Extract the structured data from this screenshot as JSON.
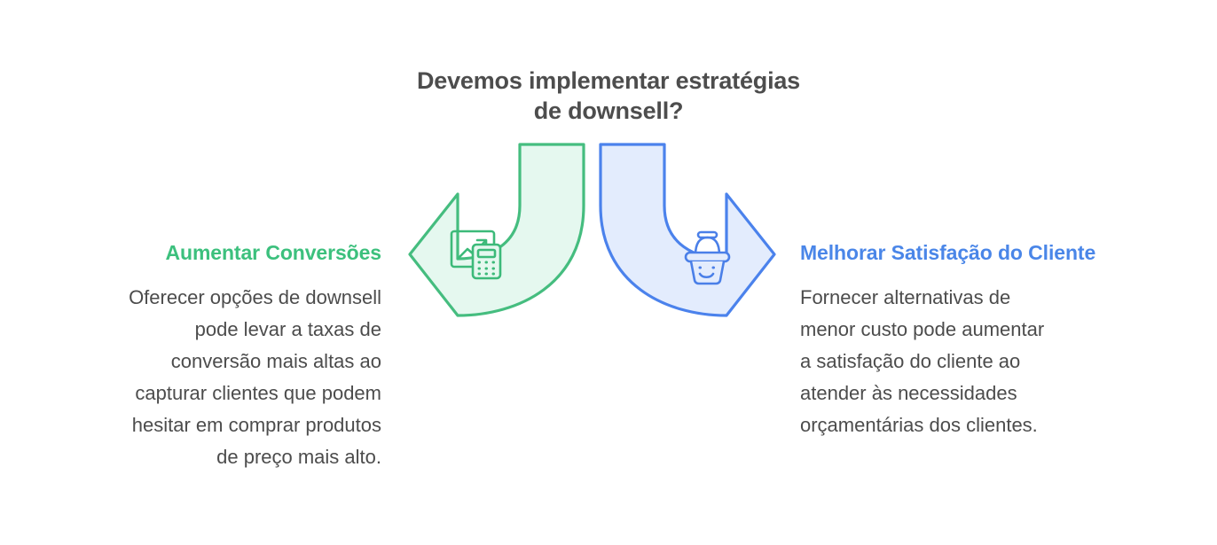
{
  "title": "Devemos implementar estratégias\nde downsell?",
  "colors": {
    "title_text": "#4d4d4d",
    "body_text": "#4c4c4c",
    "green_accent": "#3cc07d",
    "green_stroke": "#45bd7f",
    "green_fill": "#e5f8ef",
    "blue_accent": "#4a86e8",
    "blue_stroke": "#4b82ec",
    "blue_fill": "#e3ecfd",
    "background": "#ffffff"
  },
  "left": {
    "heading": "Aumentar Conversões",
    "body": "Oferecer opções de downsell\npode levar a taxas de\nconversão mais altas ao\ncapturar clientes que podem\nhesitar em comprar produtos\nde preço mais alto.",
    "icon": "chart-calculator-icon",
    "arrow": "curved-arrow-left"
  },
  "right": {
    "heading": "Melhorar Satisfação do Cliente",
    "body": "Fornecer alternativas de\nmenor custo pode aumentar\na satisfação do cliente ao\natender às necessidades\norçamentárias dos clientes.",
    "icon": "smiling-shopping-basket-icon",
    "arrow": "curved-arrow-right"
  }
}
